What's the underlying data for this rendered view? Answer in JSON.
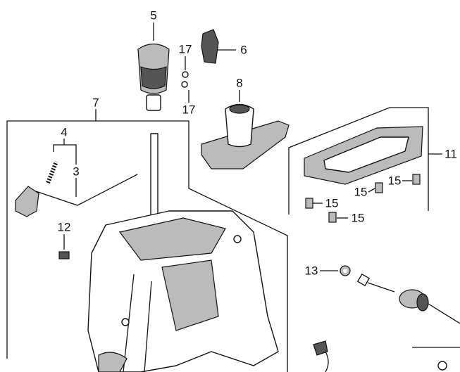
{
  "diagram": {
    "callouts": {
      "c5": "5",
      "c6": "6",
      "c17a": "17",
      "c17b": "17",
      "c8": "8",
      "c7": "7",
      "c4": "4",
      "c3": "3",
      "c11": "11",
      "c15a": "15",
      "c15b": "15",
      "c15c": "15",
      "c15d": "15",
      "c12": "12",
      "c13": "13"
    },
    "colors": {
      "line": "#111111",
      "fill_dark": "#555555",
      "fill_mid": "#bbbbbb"
    }
  }
}
